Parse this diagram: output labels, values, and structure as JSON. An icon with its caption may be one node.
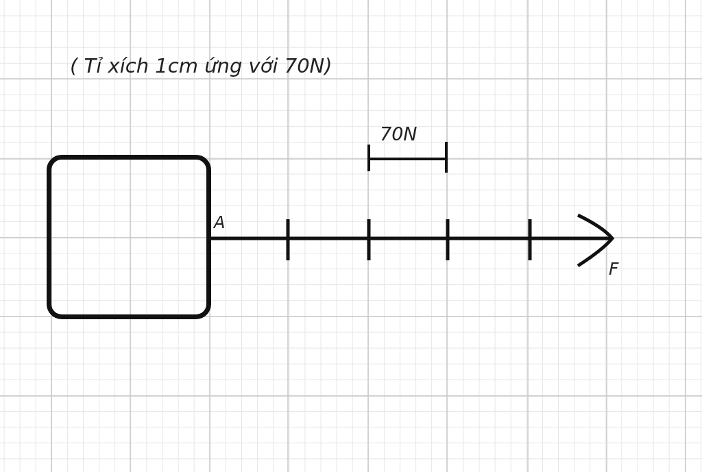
{
  "diagram": {
    "nodes": [
      {
        "text": [],
        "shape": "box"
      }
    ],
    "labels": [
      "( Tỉ xích 1cm ứng với 70N)",
      "70N",
      "A",
      "F"
    ]
  }
}
